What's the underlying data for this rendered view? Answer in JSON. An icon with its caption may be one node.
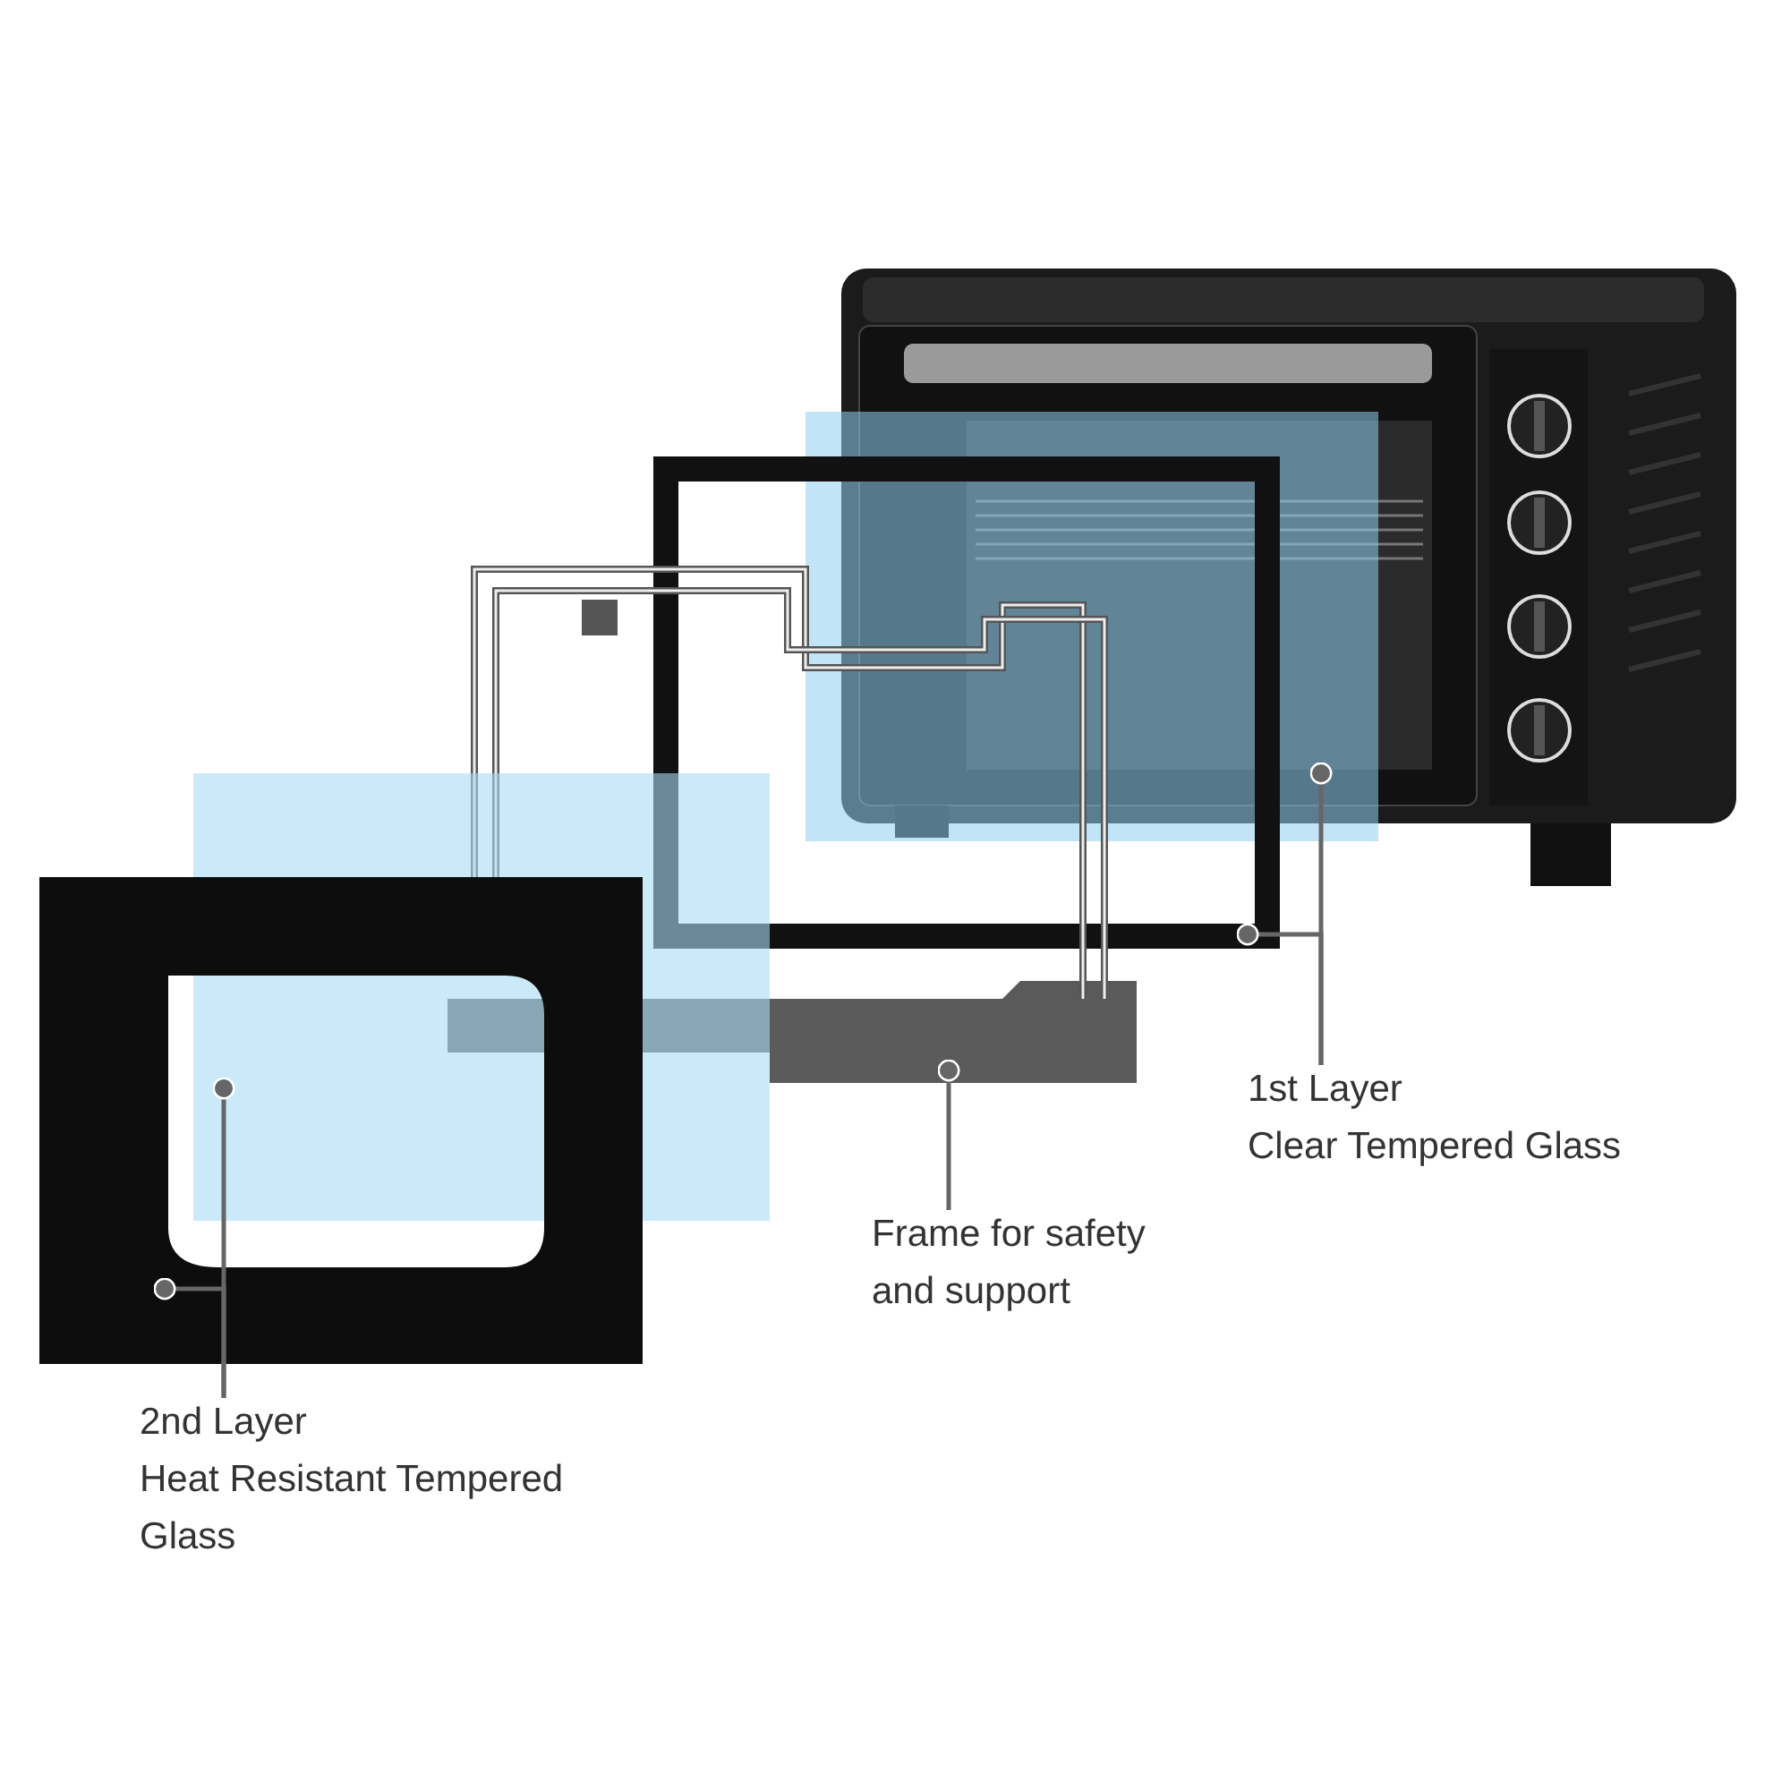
{
  "diagram": {
    "nodes": [
      {
        "text": [
          "1st Layer",
          "Clear Tempered Glass"
        ]
      },
      {
        "text": [
          "Frame for safety and support"
        ]
      },
      {
        "text": [
          "2nd Layer",
          "Heat Resistant Tempered Glass"
        ]
      },
      {
        "text": [],
        "shape": "picture"
      },
      {
        "text": [],
        "shape": "box"
      },
      {
        "text": [],
        "shape": "box"
      },
      {
        "text": [],
        "shape": "picture"
      },
      {
        "text": [],
        "shape": "box"
      },
      {
        "text": [],
        "shape": "box"
      }
    ],
    "edges": [
      {
        "from": 0,
        "to": 4,
        "arrow": "other"
      },
      {
        "from": 0,
        "to": 5,
        "arrow": "other"
      },
      {
        "from": 1,
        "to": 6,
        "arrow": "other"
      },
      {
        "from": 2,
        "to": 8,
        "arrow": "other"
      },
      {
        "from": 2,
        "to": 7,
        "arrow": "other"
      }
    ]
  }
}
